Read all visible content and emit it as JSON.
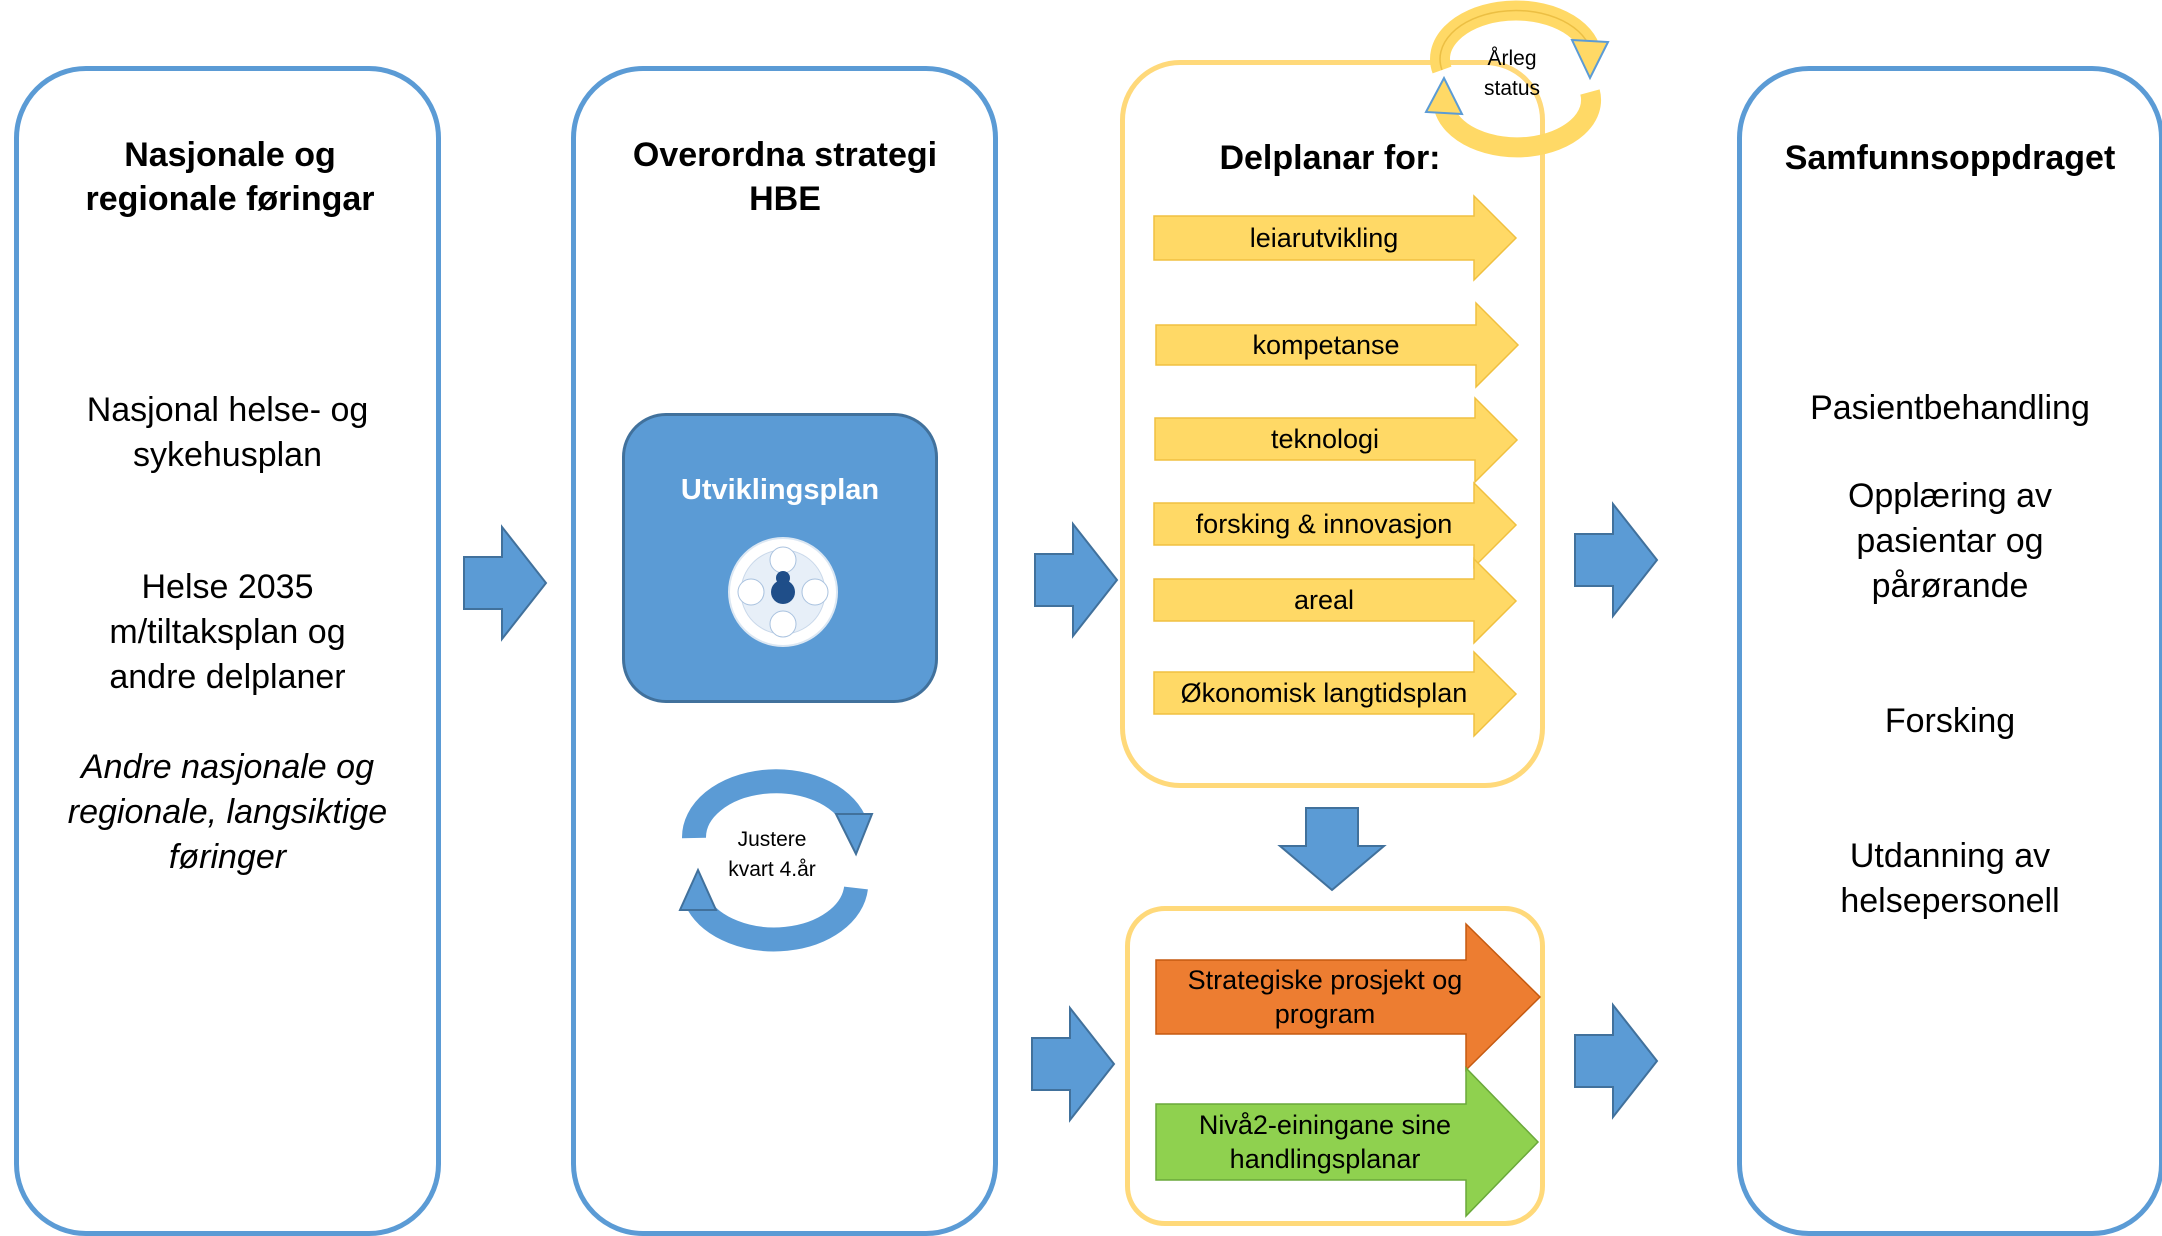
{
  "left_panel": {
    "title": "Nasjonale og regionale føringar",
    "item1": "Nasjonal helse- og sykehusplan",
    "item2": "Helse 2035 m/tiltaksplan og andre delplaner",
    "item3": "Andre nasjonale og regionale, langsiktige føringer"
  },
  "strategy_panel": {
    "title": "Overordna strategi HBE",
    "box_label": "Utviklingsplan",
    "cycle_label": "Justere kvart 4.år"
  },
  "delplanar_panel": {
    "title": "Delplanar for:",
    "cycle_label": "Årleg status",
    "items": [
      "leiarutvikling",
      "kompetanse",
      "teknologi",
      "forsking & innovasjon",
      "areal",
      "Økonomisk langtidsplan"
    ]
  },
  "action_panel": {
    "items": [
      "Strategiske prosjekt og program",
      "Nivå2-einingane sine handlingsplanar"
    ]
  },
  "right_panel": {
    "title": "Samfunnsoppdraget",
    "item1": "Pasientbehandling",
    "item2": "Opplæring av pasientar og pårørande",
    "item3": "Forsking",
    "item4": "Utdanning av helsepersonell"
  },
  "colors": {
    "blue": "#5b9bd5",
    "yellow_border": "#ffd97a",
    "yellow_arrow": "#ffd966",
    "orange": "#ed7d31",
    "green": "#8fd14f"
  }
}
